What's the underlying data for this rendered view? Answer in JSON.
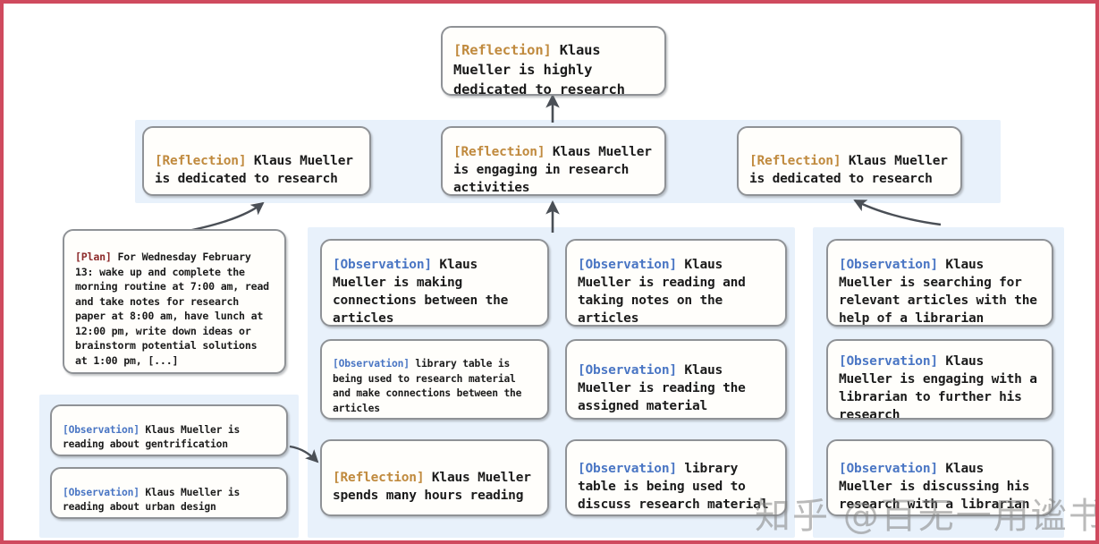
{
  "diagram": {
    "title": "Generative agent reflection tree",
    "border_color": "#cf4a5e",
    "panel_color": "#e8f1fb",
    "node_fill": "#fffefb",
    "node_border": "#8f9296",
    "tag_colors": {
      "reflection": "#c08a3e",
      "observation": "#4a76c4",
      "plan": "#8d2b2b"
    }
  },
  "watermark": {
    "text": "知乎 @百无一用谧书生"
  },
  "root": {
    "tag": "[Reflection]",
    "body": " Klaus Mueller is highly dedicated to research"
  },
  "reflections": [
    {
      "tag": "[Reflection]",
      "body": " Klaus Mueller is dedicated to research"
    },
    {
      "tag": "[Reflection]",
      "body": " Klaus Mueller is engaging in research activities"
    },
    {
      "tag": "[Reflection]",
      "body": " Klaus Mueller is dedicated to research"
    }
  ],
  "plan": {
    "tag": "[Plan]",
    "body": " For Wednesday February 13: wake up and complete the morning routine at 7:00 am, read and take notes for research paper at 8:00 am, have lunch at 12:00 pm, write down ideas or brainstorm potential solutions at 1:00 pm, [...]"
  },
  "left_observations": [
    {
      "tag": "[Observation]",
      "body": " Klaus Mueller is reading about gentrification"
    },
    {
      "tag": "[Observation]",
      "body": " Klaus Mueller is reading about urban design"
    }
  ],
  "column_b": [
    {
      "tag": "[Observation]",
      "body": " Klaus Mueller is making connections between the articles"
    },
    {
      "tag": "[Observation]",
      "body": " library table is being used to research material and make connections between the articles"
    },
    {
      "tag": "[Reflection]",
      "body": " Klaus Mueller spends many hours reading"
    }
  ],
  "column_c": [
    {
      "tag": "[Observation]",
      "body": " Klaus Mueller is reading and taking notes on the articles"
    },
    {
      "tag": "[Observation]",
      "body": " Klaus Mueller is reading the assigned material"
    },
    {
      "tag": "[Observation]",
      "body": " library table is being used to discuss research material"
    }
  ],
  "column_d": [
    {
      "tag": "[Observation]",
      "body": " Klaus Mueller is searching for relevant articles with the help of a librarian"
    },
    {
      "tag": "[Observation]",
      "body": " Klaus Mueller is engaging with a librarian to further his research"
    },
    {
      "tag": "[Observation]",
      "body": " Klaus Mueller is discussing his research with a librarian"
    }
  ]
}
